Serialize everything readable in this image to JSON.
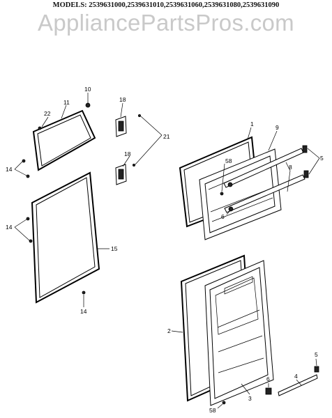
{
  "header": {
    "models": "MODELS: 2539631000,2539631010,2539631060,2539631080,2539631090"
  },
  "watermark": "AppliancePartsPros.com",
  "labels": {
    "l10": "10",
    "l11": "11",
    "l22": "22",
    "l14a": "14",
    "l18a": "18",
    "l18b": "18",
    "l21": "21",
    "l14b": "14",
    "l15": "15",
    "l14c": "14",
    "l1": "1",
    "l9": "9",
    "l58a": "58",
    "l8": "8",
    "l5a": "5",
    "l6a": "6",
    "l2": "2",
    "l3": "3",
    "l6b": "6",
    "l4": "4",
    "l5b": "5",
    "l58b": "58"
  }
}
